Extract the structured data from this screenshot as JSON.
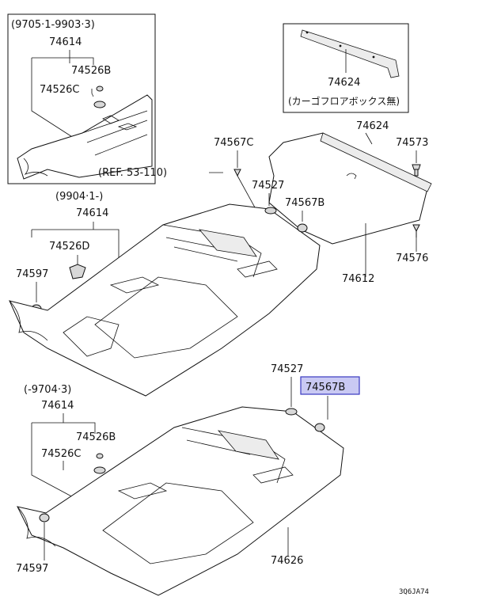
{
  "labels": {
    "date_range_top": "(9705·1-9903·3)",
    "date_range_mid": "(9904·1-)",
    "date_range_bottom": "(-9704·3)",
    "ref": "(REF. 53-110)",
    "jp_note": "(カーゴフロアボックス無)",
    "diagram_code": "3Q6JA74"
  },
  "parts": {
    "p74614_top": "74614",
    "p74526B_top": "74526B",
    "p74526C_top": "74526C",
    "p74624_box": "74624",
    "p74624_main": "74624",
    "p74573": "74573",
    "p74567C": "74567C",
    "p74527_top": "74527",
    "p74567B_top": "74567B",
    "p74614_mid": "74614",
    "p74526D": "74526D",
    "p74597_top": "74597",
    "p74576": "74576",
    "p74612": "74612",
    "p74527_bottom": "74527",
    "p74567B_highlight": "74567B",
    "p74614_bottom": "74614",
    "p74526B_bottom": "74526B",
    "p74526C_bottom": "74526C",
    "p74597_bottom": "74597",
    "p74626": "74626"
  },
  "colors": {
    "highlight_fill": "#c9c9f3",
    "highlight_border": "#3a3ac0",
    "ink": "#111111"
  }
}
